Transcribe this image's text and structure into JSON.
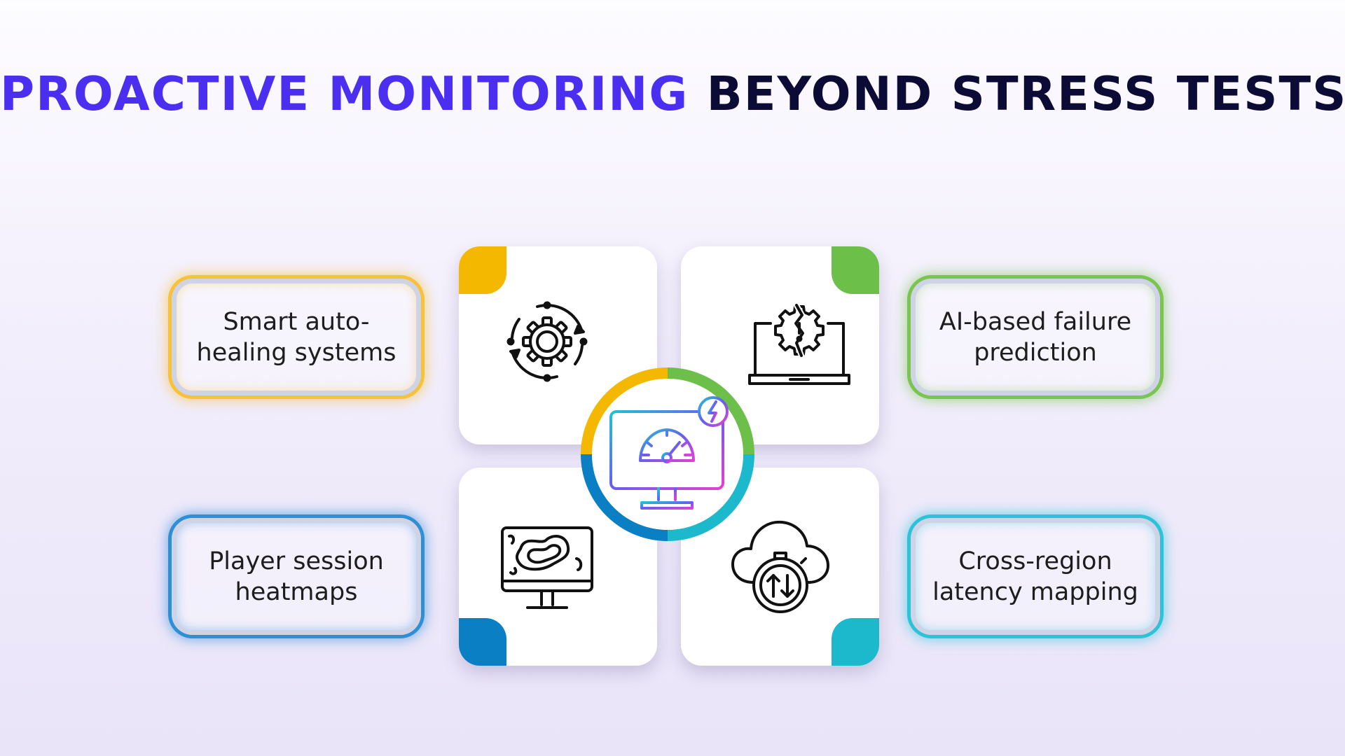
{
  "title": {
    "accent": "PROACTIVE MONITORING",
    "rest": "BEYOND STRESS TESTS"
  },
  "items": [
    {
      "label": "Smart auto-healing systems",
      "color": "#f5b800",
      "icon": "gear-refresh-icon"
    },
    {
      "label": "AI-based failure prediction",
      "color": "#6cc04a",
      "icon": "laptop-broken-gear-icon"
    },
    {
      "label": "Player session heatmaps",
      "color": "#0a7fc4",
      "icon": "monitor-heatmap-icon"
    },
    {
      "label": "Cross-region latency mapping",
      "color": "#1cb8cc",
      "icon": "cloud-stopwatch-icon"
    }
  ],
  "hub": {
    "icon": "monitor-speedometer-icon"
  },
  "colors": {
    "title_accent": "#4b2ff0",
    "title_dark": "#0b0b35"
  }
}
